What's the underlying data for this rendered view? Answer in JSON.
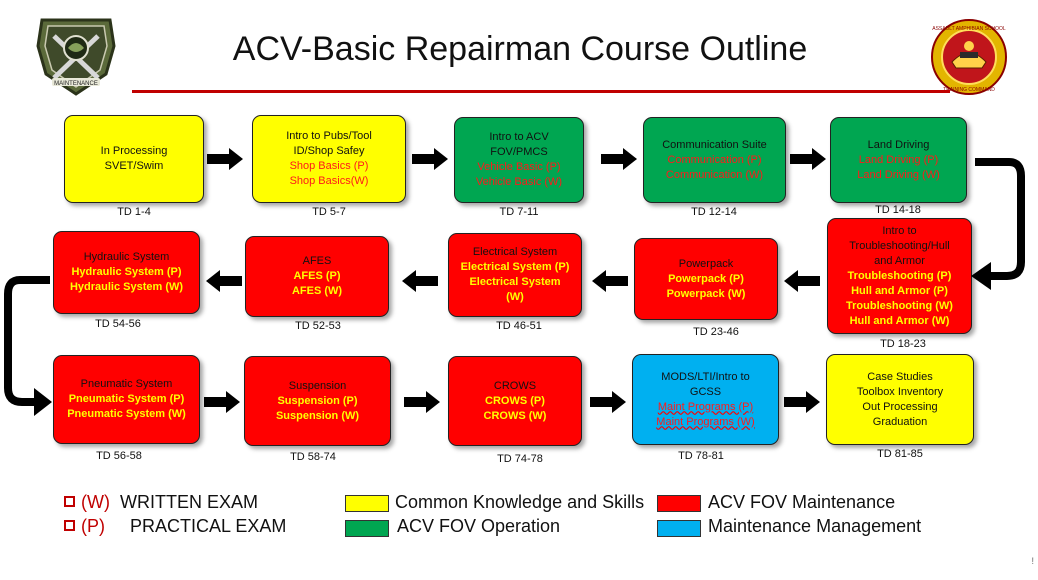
{
  "title": "ACV-Basic Repairman Course Outline",
  "emblems": {
    "left": {
      "icon": "crossed-wrenches-crest-icon",
      "text": "MAINTENANCE"
    },
    "right": {
      "icon": "assault-amphibian-school-seal-icon",
      "text": "ASSAULT AMPHIBIAN SCHOOL TRAINING COMMAND"
    }
  },
  "colors": {
    "common": "#ffff00",
    "operation": "#00a651",
    "maintenance": "#ff0000",
    "management": "#00b0f0",
    "title_rule": "#c00000"
  },
  "boxes": [
    {
      "id": "b1",
      "color": "yellow",
      "lines": [
        {
          "t": "In Processing",
          "s": "n"
        },
        {
          "t": "SVET/Swim",
          "s": "n"
        }
      ],
      "td": "TD 1-4"
    },
    {
      "id": "b2",
      "color": "yellow",
      "lines": [
        {
          "t": "Intro to Pubs/Tool",
          "s": "n"
        },
        {
          "t": "ID/Shop Safey",
          "s": "n"
        },
        {
          "t": "Shop Basics (P)",
          "s": "r"
        },
        {
          "t": "Shop Basics(W)",
          "s": "r"
        }
      ],
      "td": "TD 5-7"
    },
    {
      "id": "b3",
      "color": "green",
      "lines": [
        {
          "t": "Intro to ACV",
          "s": "n"
        },
        {
          "t": "FOV/PMCS",
          "s": "n"
        },
        {
          "t": "Vehicle Basic (P)",
          "s": "r"
        },
        {
          "t": "Vehicle Basic (W)",
          "s": "r"
        }
      ],
      "td": "TD 7-11"
    },
    {
      "id": "b4",
      "color": "green",
      "lines": [
        {
          "t": "Communication Suite",
          "s": "n"
        },
        {
          "t": "Communication (P)",
          "s": "r"
        },
        {
          "t": "Communication (W)",
          "s": "r"
        }
      ],
      "td": "TD 12-14"
    },
    {
      "id": "b5",
      "color": "green",
      "lines": [
        {
          "t": "Land Driving",
          "s": "n"
        },
        {
          "t": "Land Driving (P)",
          "s": "r"
        },
        {
          "t": "Land Driving (W)",
          "s": "r"
        }
      ],
      "td": "TD 14-18"
    },
    {
      "id": "b6",
      "color": "red",
      "lines": [
        {
          "t": "Intro to",
          "s": "n"
        },
        {
          "t": "Troubleshooting/Hull",
          "s": "n"
        },
        {
          "t": "and Armor",
          "s": "n"
        },
        {
          "t": "Troubleshooting (P)",
          "s": "g"
        },
        {
          "t": "Hull and Armor (P)",
          "s": "g"
        },
        {
          "t": "Troubleshooting (W)",
          "s": "g"
        },
        {
          "t": "Hull and Armor (W)",
          "s": "g"
        }
      ],
      "td": "TD 18-23"
    },
    {
      "id": "b7",
      "color": "red",
      "lines": [
        {
          "t": "Powerpack",
          "s": "n"
        },
        {
          "t": "Powerpack (P)",
          "s": "g"
        },
        {
          "t": "Powerpack (W)",
          "s": "g"
        }
      ],
      "td": "TD 23-46"
    },
    {
      "id": "b8",
      "color": "red",
      "lines": [
        {
          "t": "Electrical System",
          "s": "n"
        },
        {
          "t": "Electrical System (P)",
          "s": "g"
        },
        {
          "t": "Electrical System",
          "s": "g"
        },
        {
          "t": "(W)",
          "s": "g"
        }
      ],
      "td": "TD 46-51"
    },
    {
      "id": "b9",
      "color": "red",
      "lines": [
        {
          "t": "AFES",
          "s": "n"
        },
        {
          "t": "AFES (P)",
          "s": "g"
        },
        {
          "t": "AFES (W)",
          "s": "g"
        }
      ],
      "td": "TD 52-53"
    },
    {
      "id": "b10",
      "color": "red",
      "lines": [
        {
          "t": "Hydraulic System",
          "s": "n"
        },
        {
          "t": "Hydraulic System (P)",
          "s": "g"
        },
        {
          "t": "Hydraulic System (W)",
          "s": "g"
        }
      ],
      "td": "TD 54-56"
    },
    {
      "id": "b11",
      "color": "red",
      "lines": [
        {
          "t": "Pneumatic System",
          "s": "n"
        },
        {
          "t": "Pneumatic System (P)",
          "s": "g"
        },
        {
          "t": "Pneumatic System (W)",
          "s": "g"
        }
      ],
      "td": "TD 56-58"
    },
    {
      "id": "b12",
      "color": "red",
      "lines": [
        {
          "t": "Suspension",
          "s": "n"
        },
        {
          "t": "Suspension (P)",
          "s": "g"
        },
        {
          "t": "Suspension (W)",
          "s": "g"
        }
      ],
      "td": "TD 58-74"
    },
    {
      "id": "b13",
      "color": "red",
      "lines": [
        {
          "t": "CROWS",
          "s": "n"
        },
        {
          "t": "CROWS (P)",
          "s": "g"
        },
        {
          "t": "CROWS (W)",
          "s": "g"
        }
      ],
      "td": "TD 74-78"
    },
    {
      "id": "b14",
      "color": "blue",
      "lines": [
        {
          "t": "MODS/LTI/Intro to",
          "s": "n"
        },
        {
          "t": "GCSS",
          "s": "n"
        },
        {
          "t": "Maint Programs (P)",
          "s": "rs"
        },
        {
          "t": "Maint Programs (W)",
          "s": "rs"
        }
      ],
      "td": "TD 78-81"
    },
    {
      "id": "b15",
      "color": "yellow",
      "lines": [
        {
          "t": "Case Studies",
          "s": "n"
        },
        {
          "t": "Toolbox Inventory",
          "s": "n"
        },
        {
          "t": "Out Processing",
          "s": "n"
        },
        {
          "t": "Graduation",
          "s": "n"
        }
      ],
      "td": "TD 81-85"
    }
  ],
  "legend": {
    "written_key": "(W)",
    "written_label": "WRITTEN EXAM",
    "practical_key": "(P)",
    "practical_label": "PRACTICAL EXAM",
    "common": "Common Knowledge and Skills",
    "operation": "ACV FOV Operation",
    "maintenance": "ACV FOV Maintenance",
    "management": "Maintenance Management"
  },
  "page_mark": "!"
}
